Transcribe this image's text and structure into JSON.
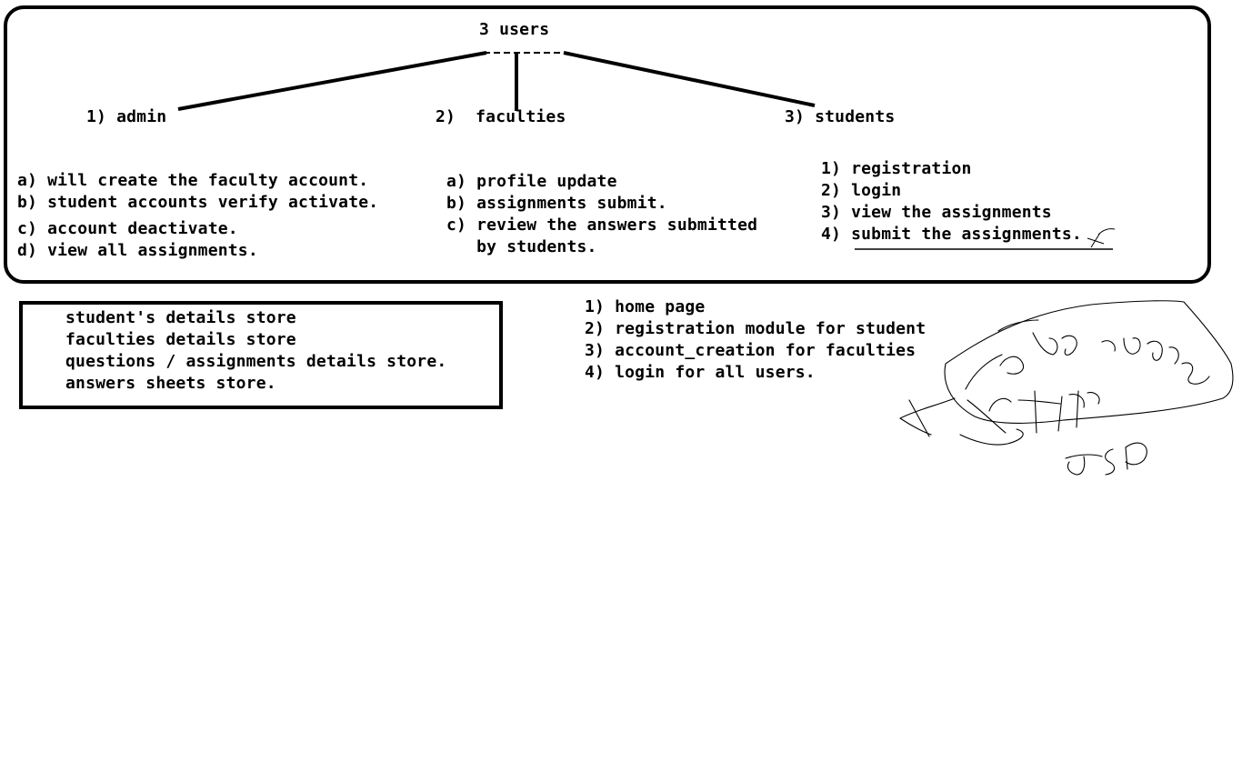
{
  "root": {
    "label": "3 users"
  },
  "users": [
    {
      "heading": "1) admin",
      "items": [
        "a) will create the faculty account.",
        "b) student accounts verify activate.",
        "c) account deactivate.",
        "d) view all assignments."
      ]
    },
    {
      "heading": "2)  faculties",
      "items": [
        "a) profile update",
        "b) assignments submit.",
        "c) review the answers submitted",
        "   by students."
      ]
    },
    {
      "heading": "3) students",
      "items": [
        "1) registration",
        "2) login",
        "3) view the assignments",
        "4) submit the assignments."
      ]
    }
  ],
  "storage": {
    "items": [
      "student's details store",
      "faculties details store",
      "questions / assignments details store.",
      "answers sheets store."
    ]
  },
  "modules": {
    "items": [
      "1) home page",
      "2) registration module for student",
      "3) account_creation for faculties",
      "4) login for all users."
    ]
  },
  "sketch": {
    "handwriting": "JSP"
  }
}
